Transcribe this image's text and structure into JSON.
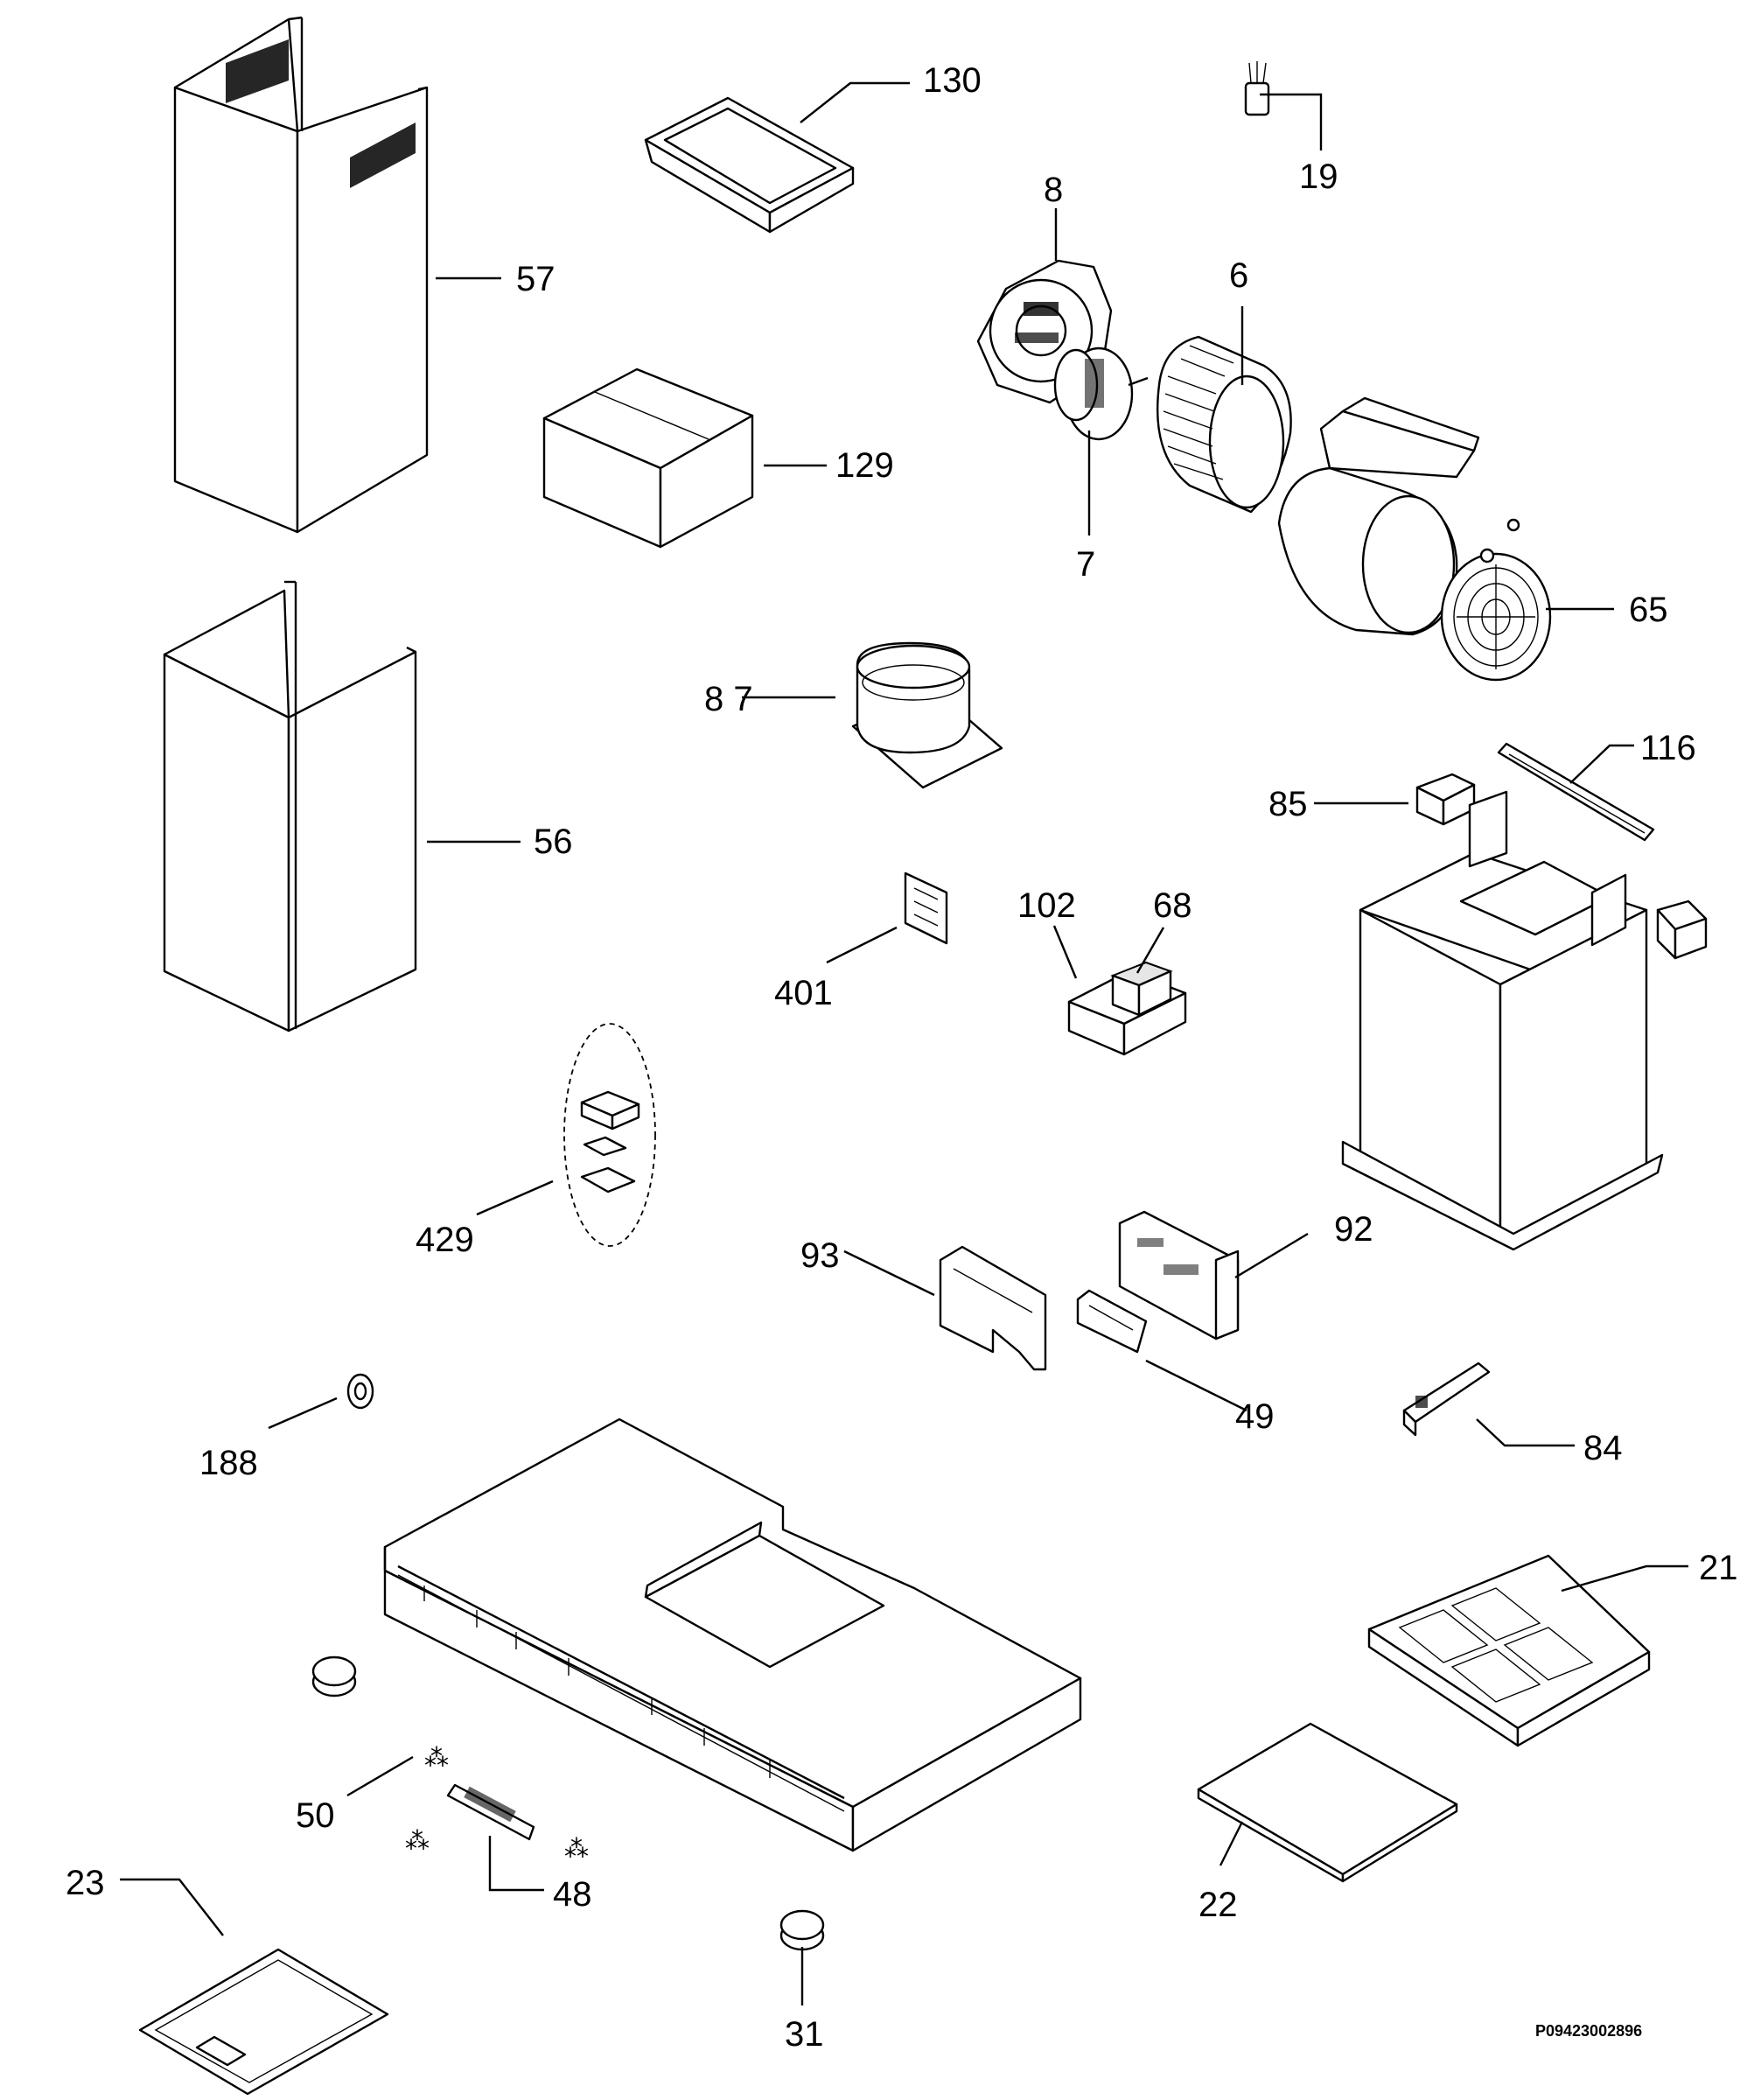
{
  "diagram": {
    "document_ref": "P09423002896",
    "callouts": {
      "c130": "130",
      "c19": "19",
      "c8": "8",
      "c6": "6",
      "c57": "57",
      "c129": "129",
      "c7": "7",
      "c65": "65",
      "c87": "8 7",
      "c116": "116",
      "c85": "85",
      "c56": "56",
      "c102": "102",
      "c68": "68",
      "c401": "401",
      "c429": "429",
      "c93": "93",
      "c92": "92",
      "c49": "49",
      "c188": "188",
      "c84": "84",
      "c21": "21",
      "c50": "50",
      "c48": "48",
      "c23": "23",
      "c22": "22",
      "c31": "31"
    }
  }
}
